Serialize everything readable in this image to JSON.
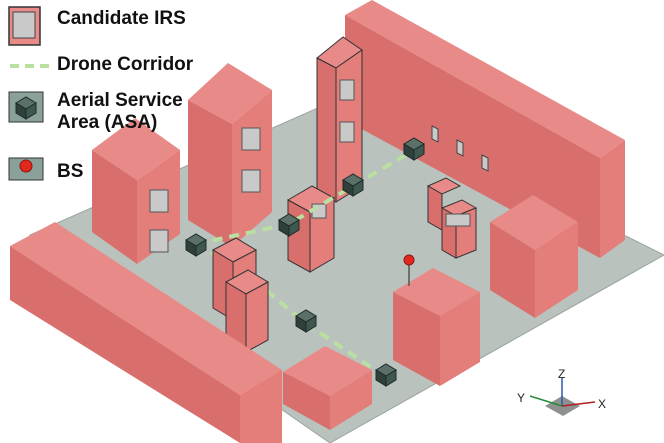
{
  "legend": {
    "irs": "Candidate IRS",
    "corridor": "Drone Corridor",
    "asa_line1": "Aerial Service",
    "asa_line2": "Area (ASA)",
    "bs": "BS"
  },
  "axes": {
    "x": "X",
    "y": "Y",
    "z": "Z"
  },
  "colors": {
    "building_top": "#e88a88",
    "building_left": "#d96f6c",
    "building_right": "#e47e7b",
    "ground": "#b9c2bd",
    "corridor": "#b9e0a0",
    "asa_cube": "#3f5751",
    "irs_frame": "#c9c9c9",
    "bs_ball": "#e2281c"
  }
}
